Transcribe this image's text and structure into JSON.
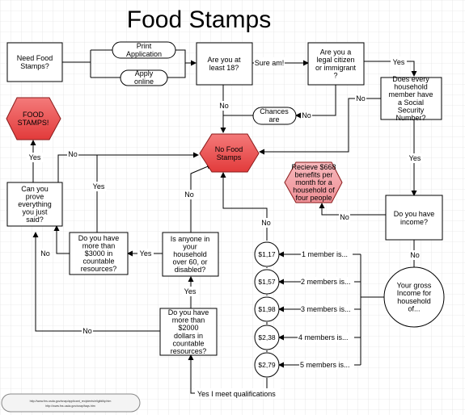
{
  "title": "Food Stamps",
  "colors": {
    "grid": "#dcdcdc",
    "stop_fill": "#ee4444",
    "stop_light": "#f3a0a6",
    "line": "#000000"
  },
  "nodes": {
    "need": "Need Food\nStamps?",
    "print": "Print\nApplication",
    "apply": "Apply\nonline",
    "age": "Are you at\nleast 18?",
    "citizen": "Are you a\nlegal citizen\nor immigrant\n?",
    "ssn": "Does every\nhousehold\nmember have\na Social\nSecurity\nNumber?",
    "chances": "Chances\nare",
    "no_food": "No Food\nStamps",
    "food_stamps": "FOOD\nSTAMPS!",
    "receive": "Recieve $668\nbenefits per\nmonth for a\nhousehold of\nfour people",
    "prove": "Can you\nprove\neverything\nyou just\nsaid?",
    "resources": "Do you have\nmore than\n$3000 in\ncountable\nresources?",
    "over60": "Is anyone in\nyour\nhousehold\nover 60, or\ndisabled?",
    "more2000": "Do you have\nmore than\n$2000\ndollars in\ncountable\nresources?",
    "income": "Do you have\nincome?",
    "gross": "Your gross\nIncome for\nhousehold\nof...",
    "c1": "$1,17",
    "c2": "$1,57",
    "c3": "$1,98",
    "c4": "$2,38",
    "c5": "$2,79"
  },
  "labels": {
    "sure": "Sure am!",
    "yes_citizen": "Yes",
    "no_age": "No",
    "no_chances": "No",
    "no_ssn": "No",
    "yes_ssn": "Yes",
    "no_income": "No",
    "no_gross": "No",
    "no_prove": "No",
    "yes_prove": "Yes",
    "yes_resources": "Yes",
    "no_resources": "No",
    "no_over60": "No",
    "yes_over60": "Yes",
    "no_2000": "No",
    "yes_2000": "Yes",
    "no_c1": "No",
    "m1": "1 member is...",
    "m2": "2 members is...",
    "m3": "3 members is...",
    "m4": "4 members is...",
    "m5": "5 members is...",
    "qualify": "Yes I meet qualifications"
  },
  "footer": {
    "line1": "http://www.fns.usda.gov/snap/applicant_recipients/eligibility.htm",
    "line2": "http://www.fns.usda.gov/snap/faqs.htm"
  }
}
